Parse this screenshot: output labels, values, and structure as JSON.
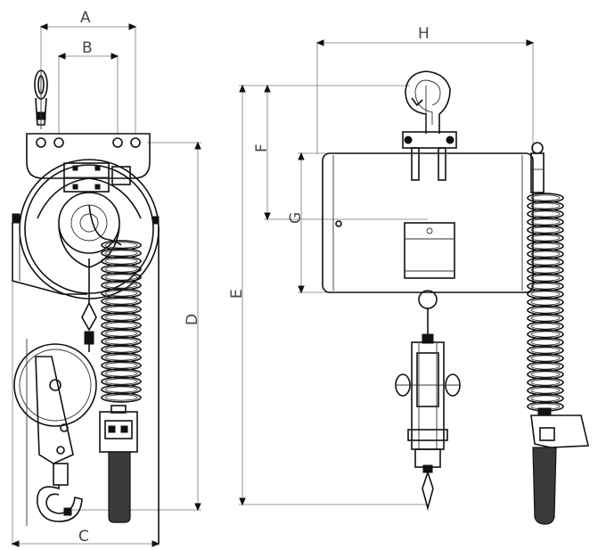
{
  "drawing": {
    "views": [
      "front-view",
      "side-view"
    ],
    "dimension_labels": {
      "A": "A",
      "B": "B",
      "C": "C",
      "D": "D",
      "E": "E",
      "F": "F",
      "G": "G",
      "H": "H"
    }
  }
}
